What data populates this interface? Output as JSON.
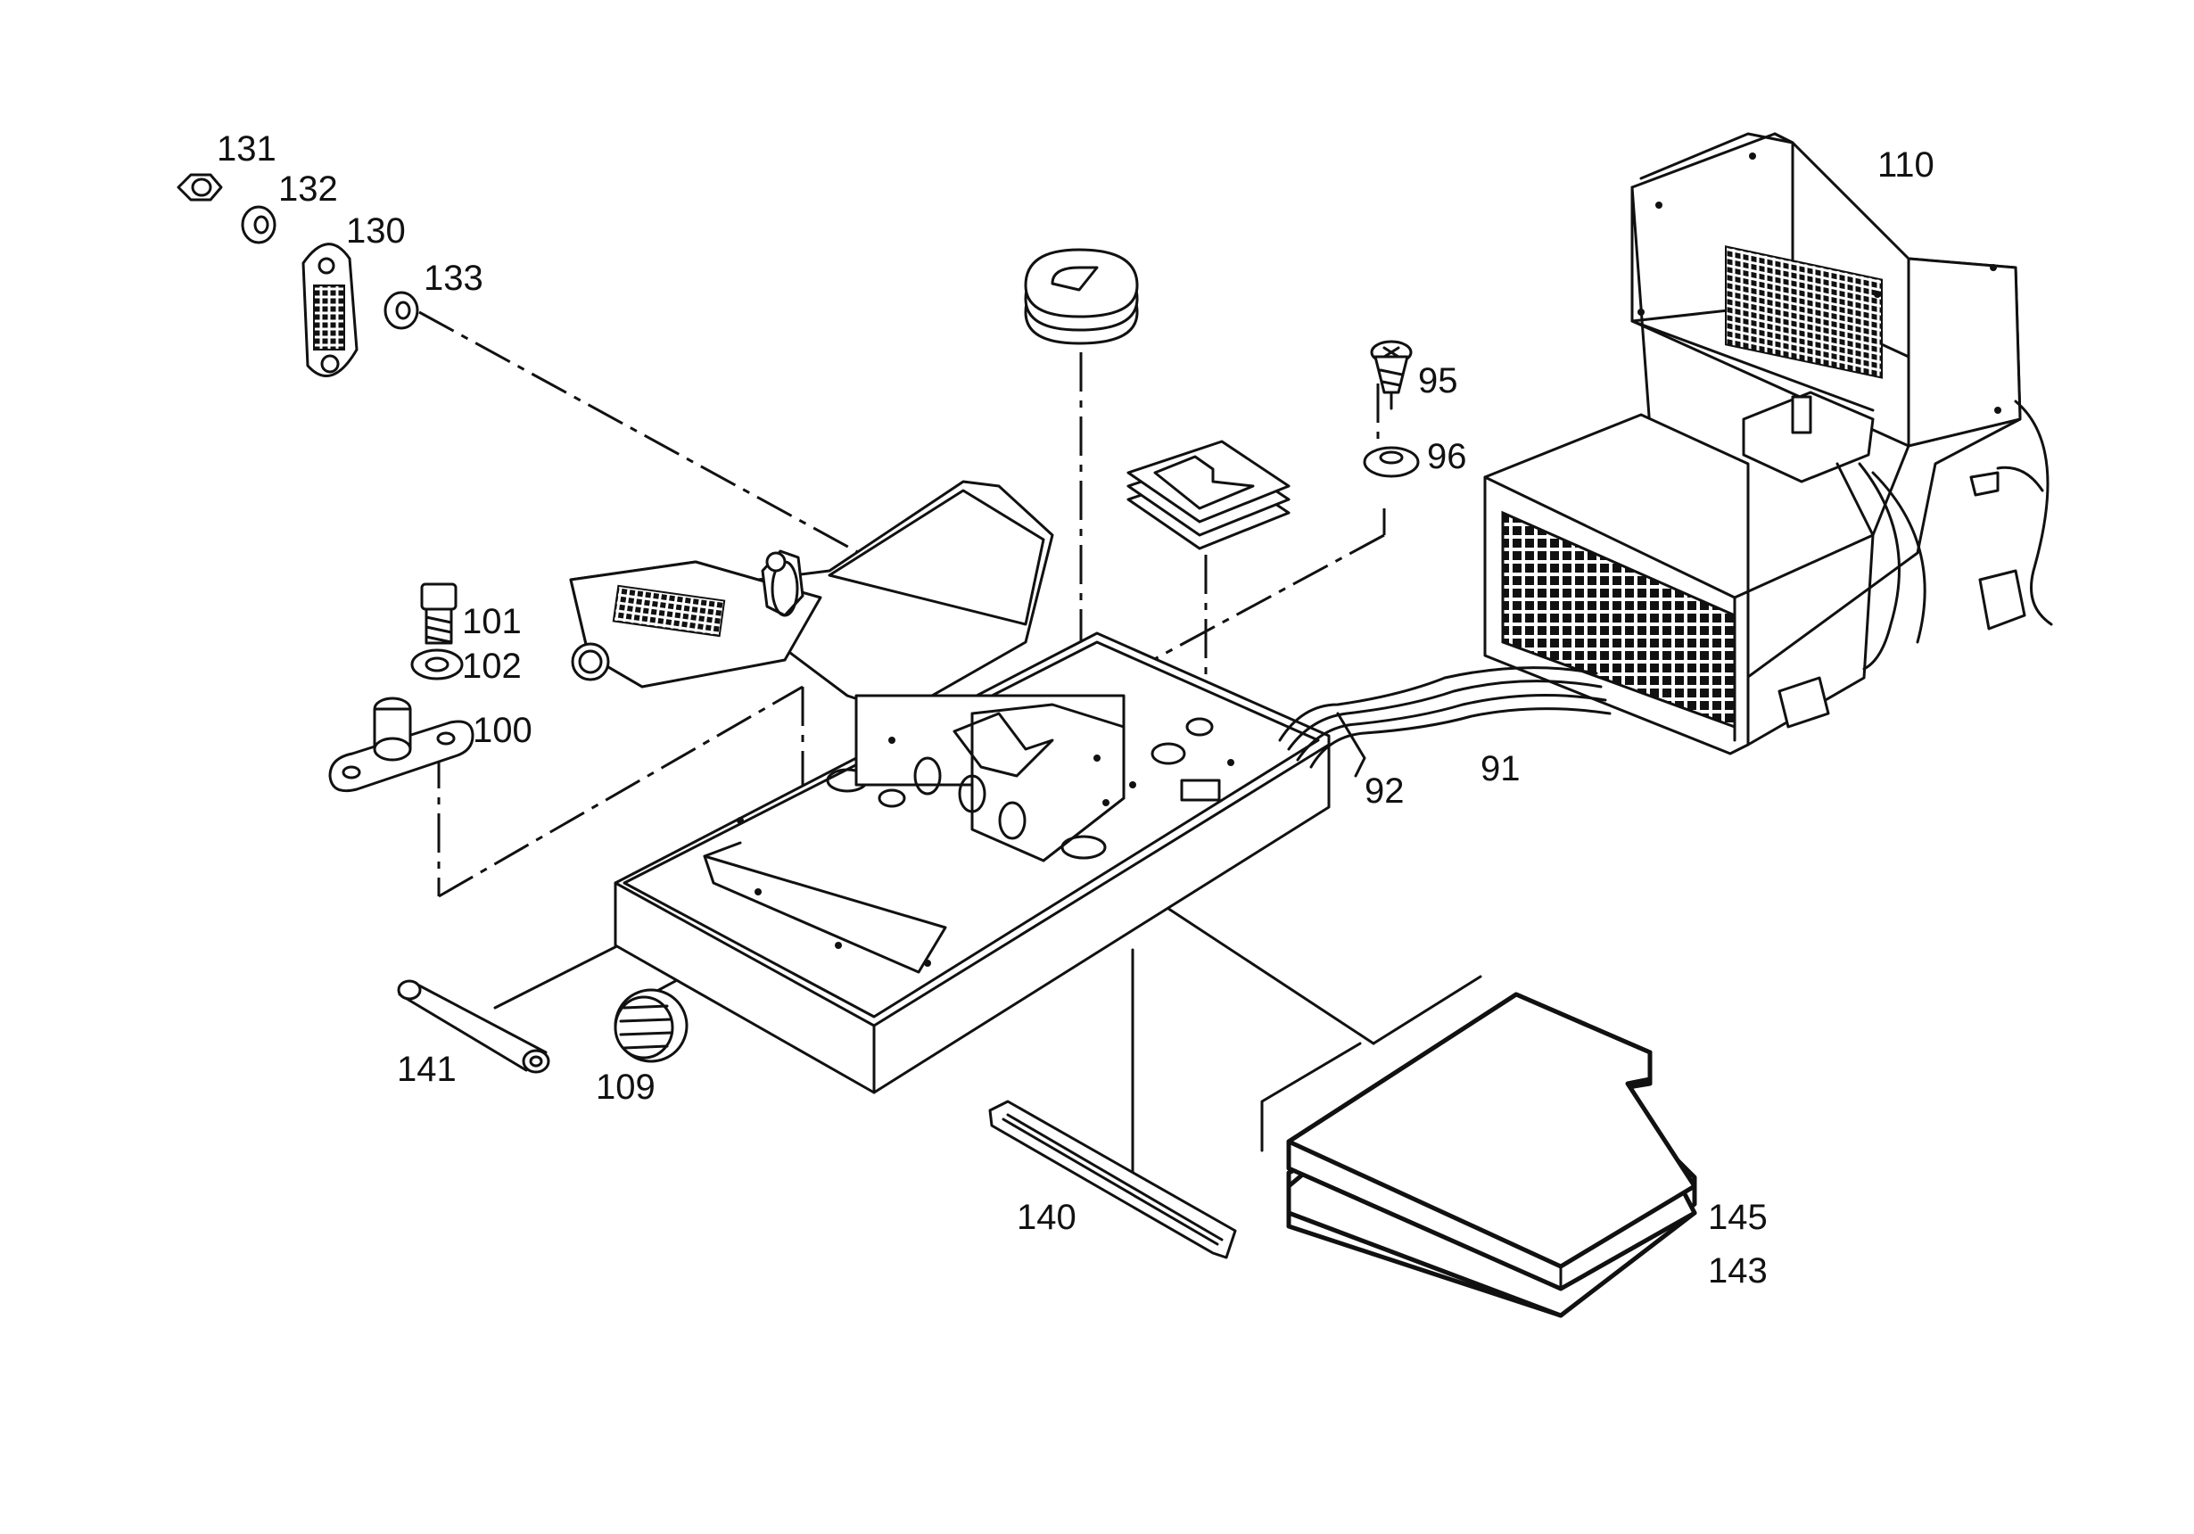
{
  "colors": {
    "line": "#111111",
    "paper": "#ffffff"
  },
  "labels": {
    "131": "131",
    "132": "132",
    "130": "130",
    "133": "133",
    "110": "110",
    "95": "95",
    "96": "96",
    "101": "101",
    "102": "102",
    "100": "100",
    "92": "92",
    "91": "91",
    "141": "141",
    "109": "109",
    "140": "140",
    "145": "145",
    "143": "143"
  },
  "icons": [
    "nut-icon",
    "washer-icon",
    "strap-icon",
    "mounting-plate-icon",
    "bolt-icon",
    "screw-icon",
    "grommet-icon",
    "control-panel-icon",
    "base-plate-icon",
    "heater-unit-icon",
    "hose-icon",
    "pad-icon",
    "rubber-strip-icon",
    "plug-icon",
    "rod-icon"
  ]
}
